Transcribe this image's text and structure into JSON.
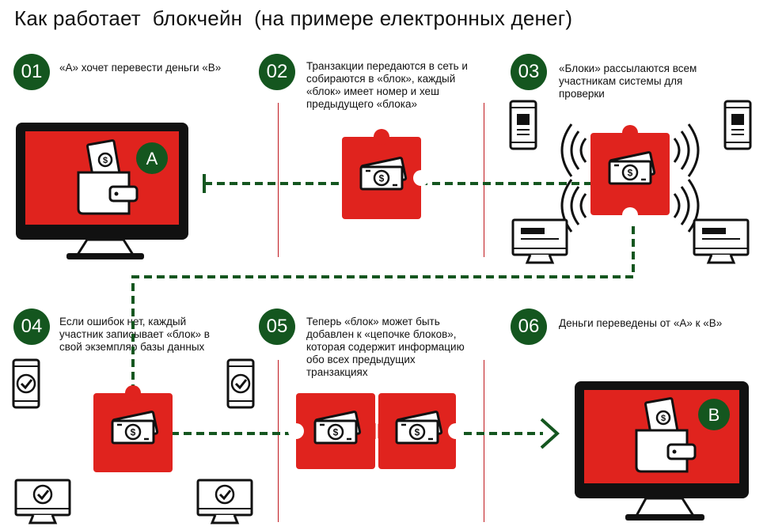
{
  "title": "Как работает  блокчейн  (на примере електронных денег)",
  "steps": [
    {
      "num": "01",
      "text": "«А» хочет перевести деньги «В»"
    },
    {
      "num": "02",
      "text": "Транзакции передаются в сеть и собираются в «блок», каждый «блок» имеет номер и хеш предыдущего «блока»"
    },
    {
      "num": "03",
      "text": "«Блоки» рассылаются всем участникам системы для проверки"
    },
    {
      "num": "04",
      "text": "Если ошибок нет, каждый участник записывает «блок» в свой экземпляр базы данных"
    },
    {
      "num": "05",
      "text": "Теперь «блок» может быть добавлен к «цепочке блоков», которая содержит информацию обо всех предыдущих транзакциях"
    },
    {
      "num": "06",
      "text": "Деньги переведены от «А» к «В»"
    }
  ],
  "badges": {
    "sender": "A",
    "receiver": "B"
  },
  "colors": {
    "red": "#e0231e",
    "dark": "#111111",
    "green": "#14561f"
  },
  "icons": [
    "monitor-icon",
    "wallet-icon",
    "banknote-icon",
    "puzzle-block-icon",
    "smartphone-icon",
    "broadcast-waves-icon",
    "checkmark-icon",
    "arrow-icon"
  ]
}
